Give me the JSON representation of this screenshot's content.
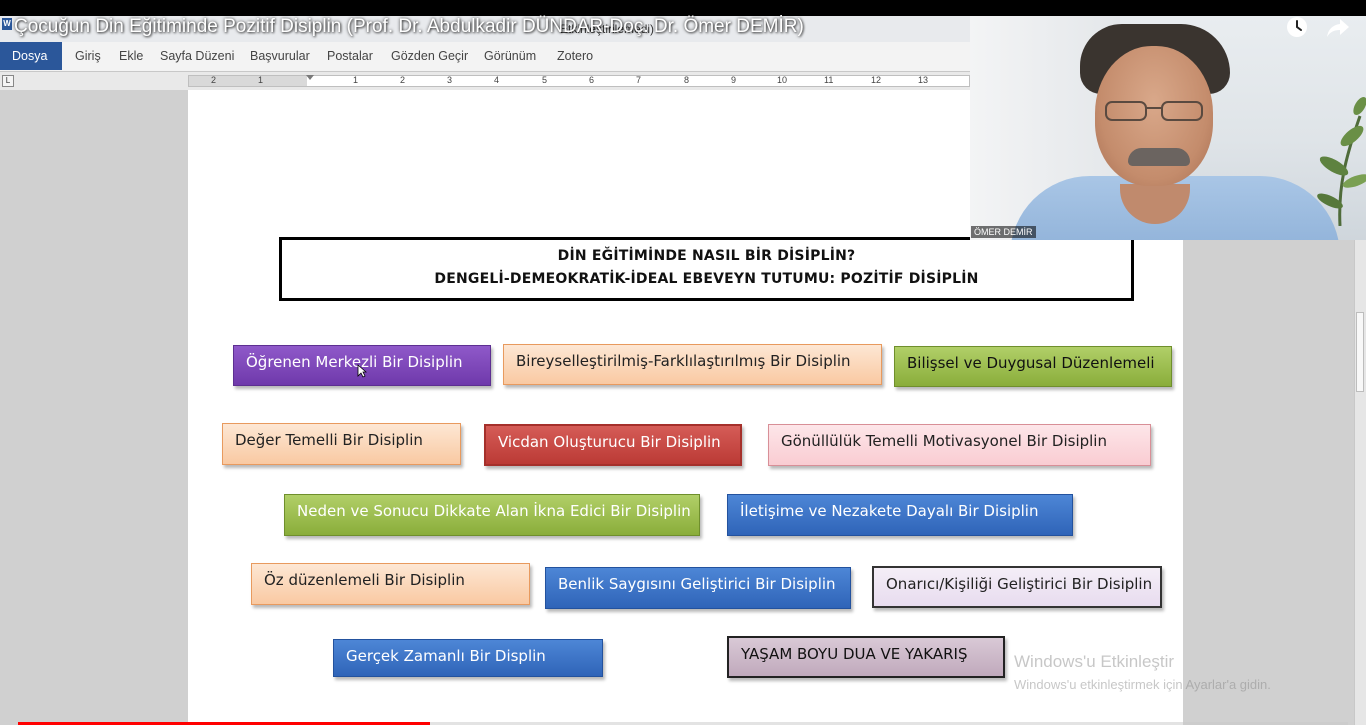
{
  "video": {
    "title": "Çocuğun Din Eğitiminde Pozitif Disiplin (Prof. Dr. Abdulkadir DÜNDAR-Doç. Dr. Ömer DEMİR)",
    "progress_fraction": 0.31,
    "icons": {
      "watch_later": "clock-icon",
      "share": "share-icon"
    }
  },
  "word": {
    "icon_letter": "W",
    "doc_title_tail": "Etkinleştirilemedi)",
    "tabs": [
      "Dosya",
      "Giriş",
      "Ekle",
      "Sayfa Düzeni",
      "Başvurular",
      "Postalar",
      "Gözden Geçir",
      "Görünüm",
      "Zotero"
    ],
    "ruler_corner": "L",
    "ruler_numbers": [
      "2",
      "1",
      "1",
      "2",
      "3",
      "4",
      "5",
      "6",
      "7",
      "8",
      "9",
      "10",
      "11",
      "12",
      "13"
    ]
  },
  "slide": {
    "title_line_1": "DİN EĞİTİMİNDE NASIL BİR DİSİPLİN?",
    "title_line_2": "DENGELİ-DEMEOKRATİK-İDEAL EBEVEYN TUTUMU: POZİTİF DİSİPLİN",
    "boxes": [
      "Öğrenen Merkezli Bir Disiplin",
      "Bireyselleştirilmiş-Farklılaştırılmış Bir Disiplin",
      "Bilişsel ve Duygusal Düzenlemeli",
      "Değer Temelli Bir Disiplin",
      "Vicdan Oluşturucu Bir Disiplin",
      "Gönüllülük Temelli Motivasyonel Bir Disiplin",
      "Neden ve Sonucu Dikkate Alan İkna Edici Bir Disiplin",
      "İletişime ve Nezakete Dayalı Bir Disiplin",
      "Öz düzenlemeli Bir Disiplin",
      "Benlik Saygısını Geliştirici Bir Disiplin",
      "Onarıcı/Kişiliği Geliştirici Bir Disiplin",
      "Gerçek Zamanlı Bir Displin",
      "YAŞAM BOYU DUA VE YAKARIŞ"
    ]
  },
  "webcam": {
    "name_label": "ÖMER DEMİR"
  },
  "watermark": {
    "title": "Windows'u Etkinleştir",
    "subtitle": "Windows'u etkinleştirmek için Ayarlar'a gidin."
  },
  "colors": {
    "word_blue": "#2b579a",
    "progress_red": "#ff0000"
  }
}
